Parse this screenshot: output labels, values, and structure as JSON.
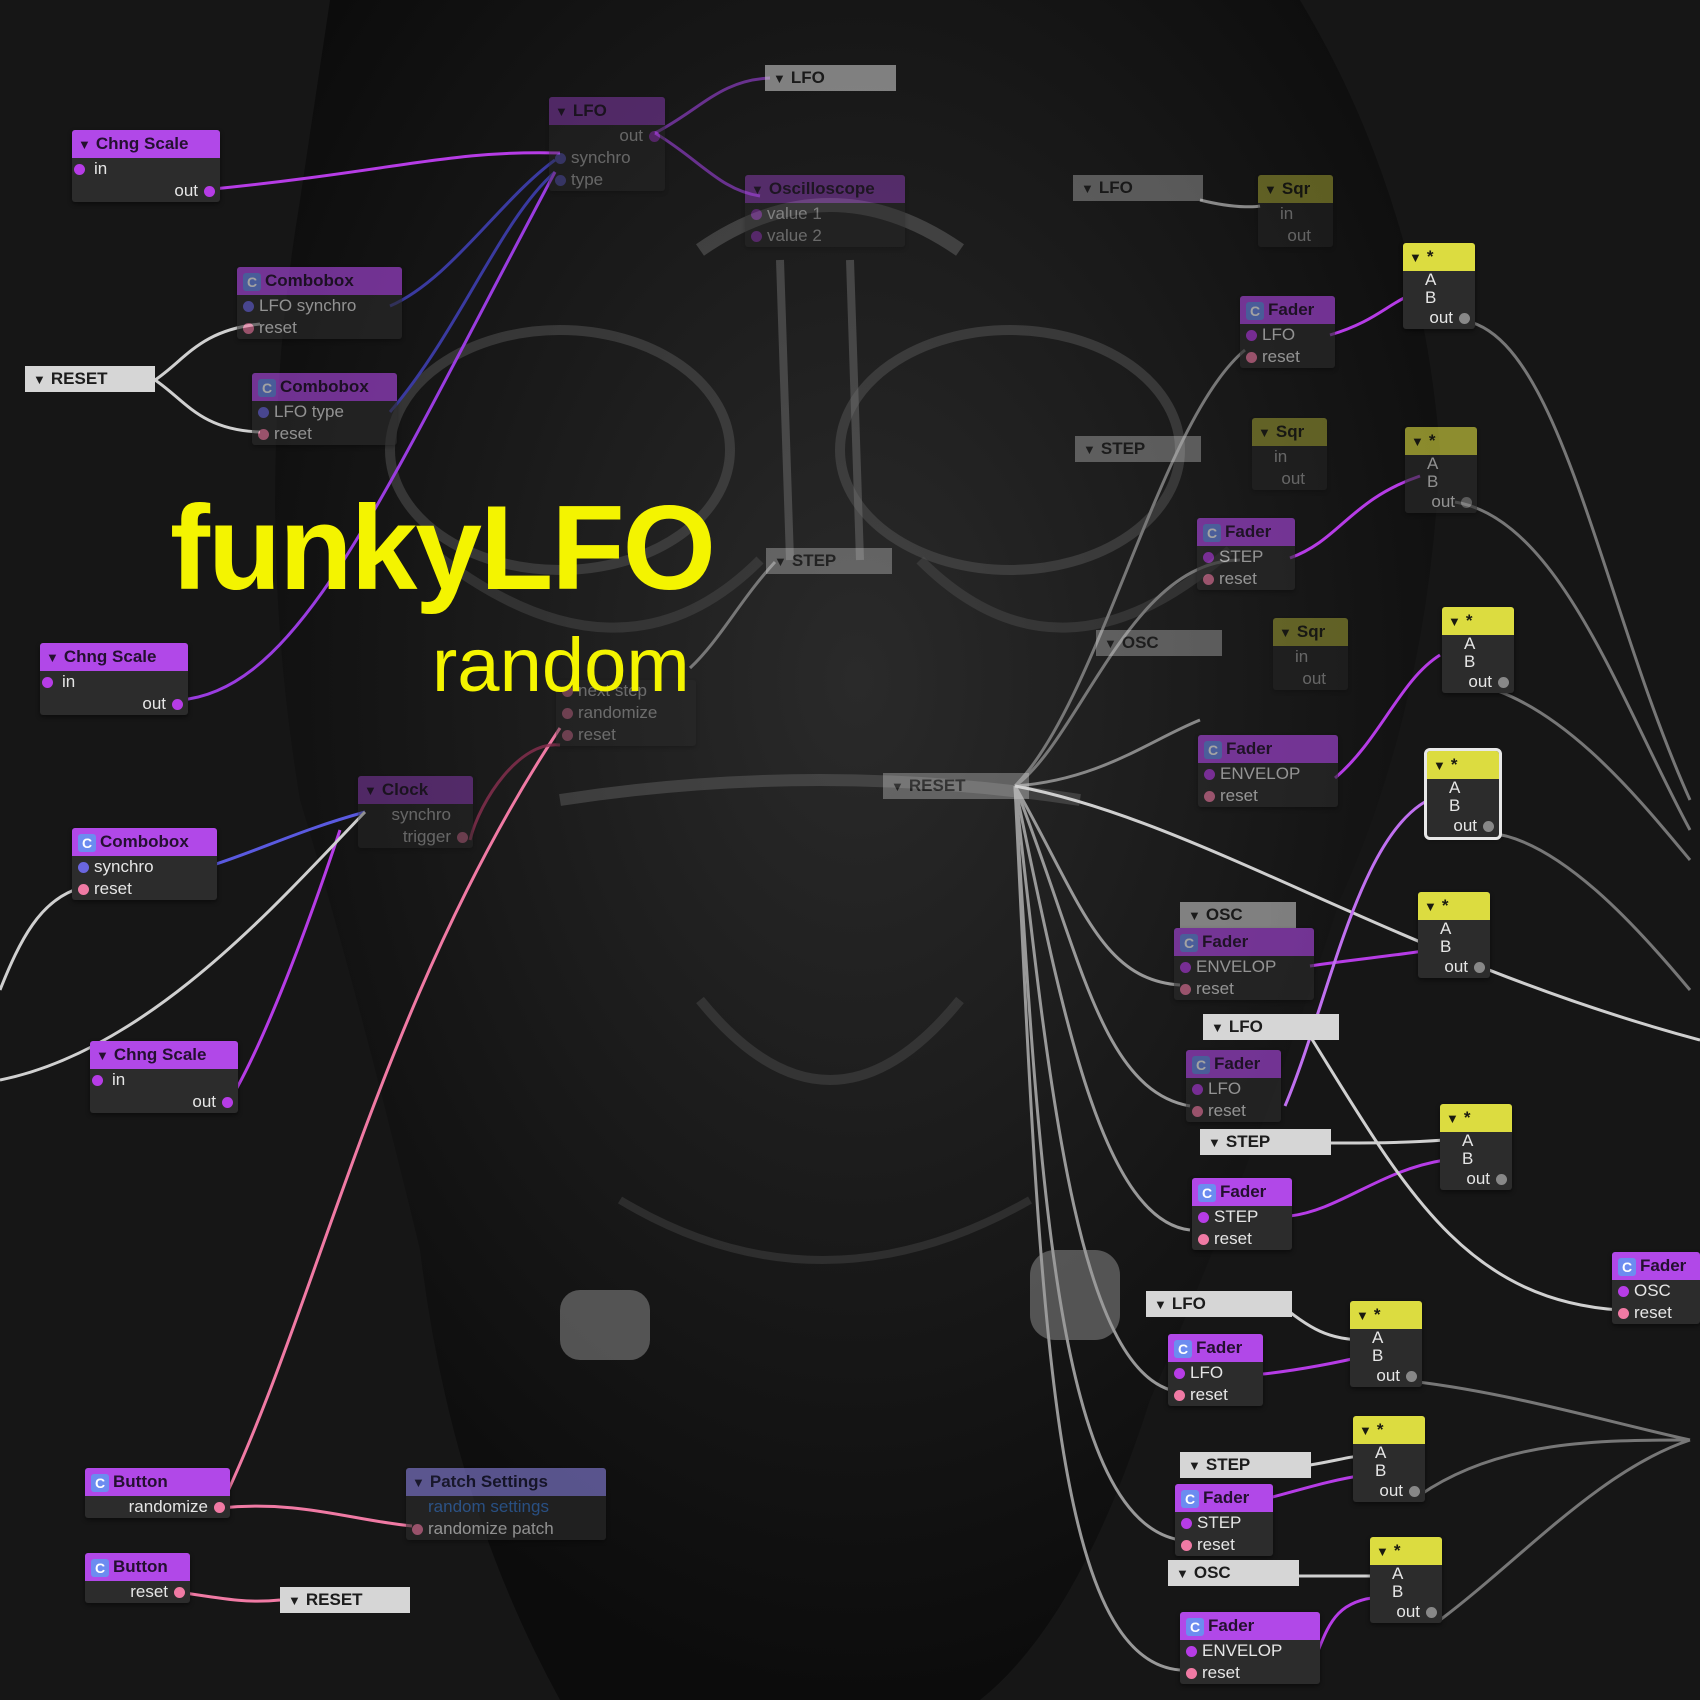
{
  "title": "funkyLFO",
  "subtitle": "random",
  "colors": {
    "accent_yellow": "#f4f400",
    "node_purple": "#b148e8",
    "node_yellow": "#dcdc40",
    "wire_pink": "#f07aa4",
    "wire_purple": "#b63ce6",
    "wire_white": "#d8d8d8"
  },
  "nodes": {
    "lfo_top": "LFO",
    "lfo_top_out": "out",
    "lfo_top_in1": "synchro",
    "lfo_top_in2": "type",
    "lfo_far": "LFO",
    "osc": "Oscilloscope",
    "osc_v1": "value 1",
    "osc_v2": "value 2",
    "chng1": "Chng Scale",
    "chng_in": "in",
    "chng_out": "out",
    "combo1": "Combobox",
    "combo1_a": "LFO synchro",
    "combo1_b": "reset",
    "combo2": "Combobox",
    "combo2_a": "LFO type",
    "combo2_b": "reset",
    "reset_left": "RESET",
    "chng2": "Chng Scale",
    "combo3": "Combobox",
    "combo3_a": "synchro",
    "combo3_b": "reset",
    "clock": "Clock",
    "clock_a": "synchro",
    "clock_b": "trigger",
    "step_mid": "STEP",
    "rand_a": "next step",
    "rand_b": "randomize",
    "rand_c": "reset",
    "chng3": "Chng Scale",
    "button1": "Button",
    "button1_a": "randomize",
    "button2": "Button",
    "button2_a": "reset",
    "patch": "Patch Settings",
    "patch_a": "random settings",
    "patch_b": "randomize patch",
    "reset_bottom": "RESET",
    "reset_center": "RESET",
    "r_lfo1": "LFO",
    "r_sqr1": "Sqr",
    "r_in": "in",
    "r_out": "out",
    "r_fader1": "Fader",
    "r_fader1_a": "LFO",
    "r_reset": "reset",
    "r_mul": "*",
    "r_a": "A",
    "r_b": "B",
    "r_step1": "STEP",
    "r_sqr2": "Sqr",
    "r_fader2": "Fader",
    "r_fader2_a": "STEP",
    "r_osc1": "OSC",
    "r_sqr3": "Sqr",
    "r_fader3": "Fader",
    "r_fader3_a": "ENVELOP",
    "r_osc2": "OSC",
    "r_fader4": "Fader",
    "r_fader4_a": "ENVELOP",
    "r_lfo2": "LFO",
    "r_fader5": "Fader",
    "r_fader5_a": "LFO",
    "r_step2": "STEP",
    "r_fader6": "Fader",
    "r_fader6_a": "STEP",
    "r_fader7": "Fader",
    "r_fader7_a": "OSC",
    "r_lfo3": "LFO",
    "r_fader8": "Fader",
    "r_fader8_a": "LFO",
    "r_step3": "STEP",
    "r_fader9": "Fader",
    "r_fader9_a": "STEP",
    "r_osc3": "OSC",
    "r_fader10": "Fader",
    "r_fader10_a": "ENVELOP",
    "c": "C"
  }
}
